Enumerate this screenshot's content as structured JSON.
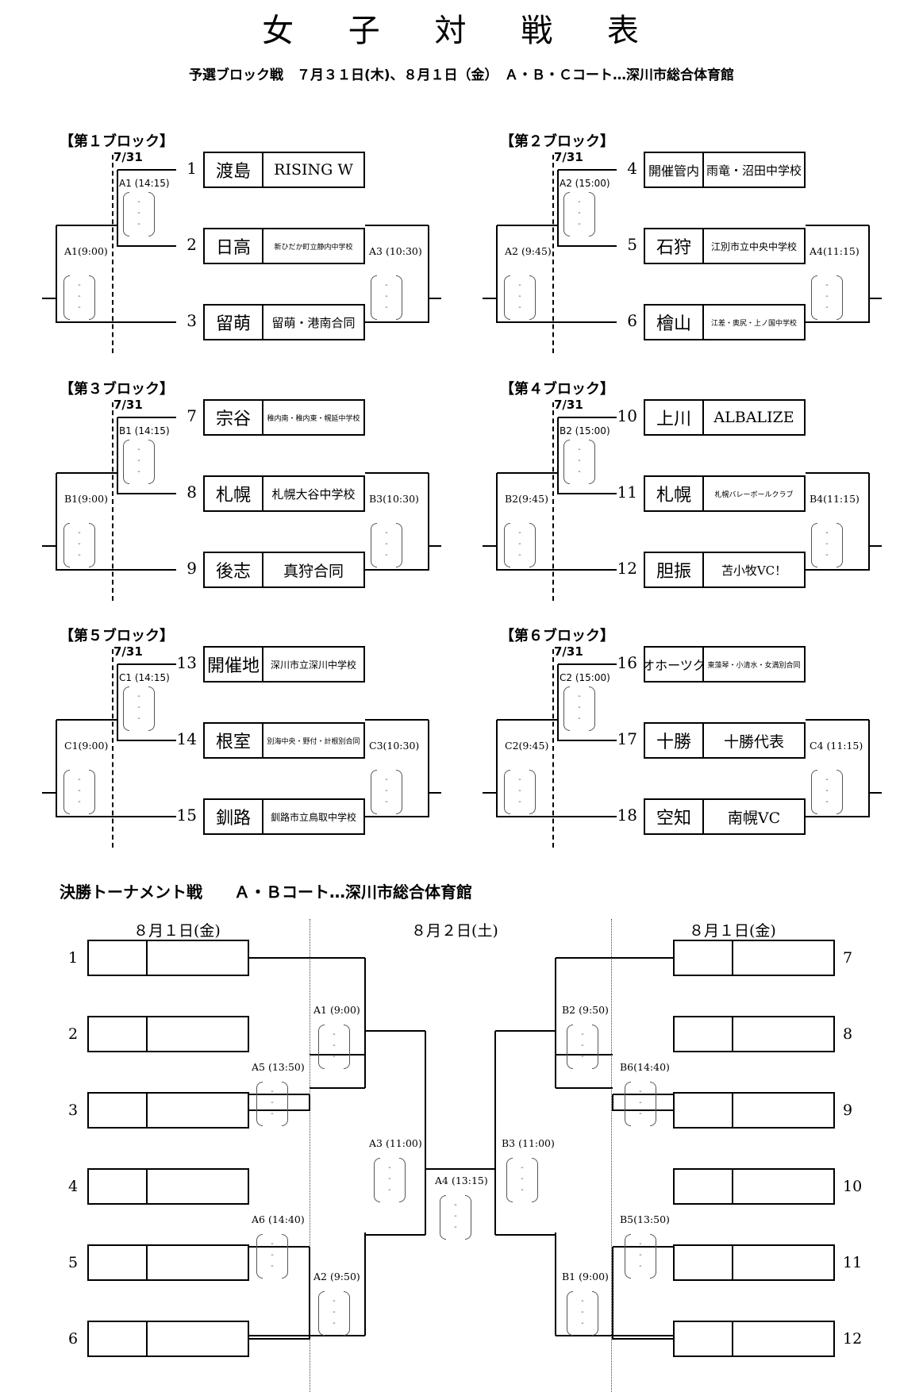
{
  "title": "女 子 対 戦 表",
  "subtitle": "予選ブロック戦　７月３１日(木)、８月１日（金）　Ａ・Ｂ・Ｃコート…深川市総合体育館",
  "blocks": [
    {
      "label": "【第１ブロック】",
      "date": "7/31",
      "teams": [
        {
          "no": "1",
          "pref": "渡島",
          "name": "RISING W"
        },
        {
          "no": "2",
          "pref": "日高",
          "name": "新ひだか町立静内中学校"
        },
        {
          "no": "3",
          "pref": "留萌",
          "name": "留萌・港南合同"
        }
      ],
      "m_top": "A1 (14:15)",
      "m_left": "A1(9:00)",
      "m_right": "A3 (10:30)"
    },
    {
      "label": "【第２ブロック】",
      "date": "7/31",
      "teams": [
        {
          "no": "4",
          "pref": "開催管内",
          "name": "雨竜・沼田中学校"
        },
        {
          "no": "5",
          "pref": "石狩",
          "name": "江別市立中央中学校"
        },
        {
          "no": "6",
          "pref": "檜山",
          "name": "江差・奥尻・上ノ国中学校"
        }
      ],
      "m_top": "A2 (15:00)",
      "m_left": "A2 (9:45)",
      "m_right": "A4(11:15)"
    },
    {
      "label": "【第３ブロック】",
      "date": "7/31",
      "teams": [
        {
          "no": "7",
          "pref": "宗谷",
          "name": "稚内南・稚内東・幌延中学校"
        },
        {
          "no": "8",
          "pref": "札幌",
          "name": "札幌大谷中学校"
        },
        {
          "no": "9",
          "pref": "後志",
          "name": "真狩合同"
        }
      ],
      "m_top": "B1 (14:15)",
      "m_left": "B1(9:00)",
      "m_right": "B3(10:30)"
    },
    {
      "label": "【第４ブロック】",
      "date": "7/31",
      "teams": [
        {
          "no": "10",
          "pref": "上川",
          "name": "ALBALIZE"
        },
        {
          "no": "11",
          "pref": "札幌",
          "name": "札幌バレーボールクラブ"
        },
        {
          "no": "12",
          "pref": "胆振",
          "name": "苫小牧VC！"
        }
      ],
      "m_top": "B2 (15:00)",
      "m_left": "B2(9:45)",
      "m_right": "B4(11:15)"
    },
    {
      "label": "【第５ブロック】",
      "date": "7/31",
      "teams": [
        {
          "no": "13",
          "pref": "開催地",
          "name": "深川市立深川中学校"
        },
        {
          "no": "14",
          "pref": "根室",
          "name": "別海中央・野付・計根別合同"
        },
        {
          "no": "15",
          "pref": "釧路",
          "name": "釧路市立鳥取中学校"
        }
      ],
      "m_top": "C1 (14:15)",
      "m_left": "C1(9:00)",
      "m_right": "C3(10:30)"
    },
    {
      "label": "【第６ブロック】",
      "date": "7/31",
      "teams": [
        {
          "no": "16",
          "pref": "オホーツク",
          "name": "東藻琴・小清水・女満別合同"
        },
        {
          "no": "17",
          "pref": "十勝",
          "name": "十勝代表"
        },
        {
          "no": "18",
          "pref": "空知",
          "name": "南幌VC"
        }
      ],
      "m_top": "C2 (15:00)",
      "m_left": "C2(9:45)",
      "m_right": "C4 (11:15)"
    }
  ],
  "finals": {
    "title": "決勝トーナメント戦　　Ａ・Ｂコート…深川市総合体育館",
    "date_left": "８月１日(金)",
    "date_center": "８月２日(土)",
    "date_right": "８月１日(金)",
    "left_nums": [
      "1",
      "2",
      "3",
      "4",
      "5",
      "6"
    ],
    "right_nums": [
      "7",
      "8",
      "9",
      "10",
      "11",
      "12"
    ],
    "matches": {
      "A5": "A5 (13:50)",
      "A6": "A6 (14:40)",
      "A1": "A1 (9:00)",
      "A2": "A2 (9:50)",
      "A3": "A3 (11:00)",
      "A4": "A4 (13:15)",
      "B3": "B3 (11:00)",
      "B2": "B2 (9:50)",
      "B1": "B1 (9:00)",
      "B6": "B6(14:40)",
      "B5": "B5(13:50)"
    },
    "score_dash": "-"
  }
}
